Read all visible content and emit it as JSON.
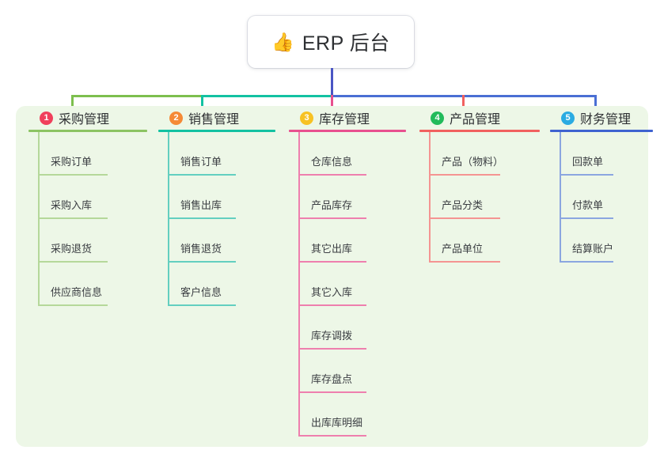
{
  "root": {
    "icon": "thumbs-up-icon",
    "icon_glyph": "👍",
    "title": "ERP 后台"
  },
  "colors": {
    "panel_background": "#edf7e7",
    "page_background": "#ffffff",
    "root_stem": "#4a56c4",
    "branch_green": "#7dbf4e",
    "branch_teal": "#13c2a2",
    "branch_pink": "#e8508f",
    "branch_red": "#f1615f",
    "branch_blue": "#4a6fd4",
    "badge_1": "#f0405c",
    "badge_2": "#f58a36",
    "badge_3": "#f7c223",
    "badge_4": "#22bb5b",
    "badge_5": "#2aabe2"
  },
  "columns": [
    {
      "index": "1",
      "title": "采购管理",
      "badge_color": "#f0405c",
      "line_color": "#8cc463",
      "leaf_line_color": "#b5d89a",
      "items": [
        "采购订单",
        "采购入库",
        "采购退货",
        "供应商信息"
      ]
    },
    {
      "index": "2",
      "title": "销售管理",
      "badge_color": "#f58a36",
      "line_color": "#13c2a2",
      "leaf_line_color": "#63cfc0",
      "items": [
        "销售订单",
        "销售出库",
        "销售退货",
        "客户信息"
      ]
    },
    {
      "index": "3",
      "title": "库存管理",
      "badge_color": "#f7c223",
      "line_color": "#e8508f",
      "leaf_line_color": "#ee7fae",
      "items": [
        "仓库信息",
        "产品库存",
        "其它出库",
        "其它入库",
        "库存调拨",
        "库存盘点",
        "出库库明细"
      ]
    },
    {
      "index": "4",
      "title": "产品管理",
      "badge_color": "#22bb5b",
      "line_color": "#f1615f",
      "leaf_line_color": "#f59492",
      "items": [
        "产品（物料）",
        "产品分类",
        "产品单位"
      ]
    },
    {
      "index": "5",
      "title": "财务管理",
      "badge_color": "#2aabe2",
      "line_color": "#3f63d0",
      "leaf_line_color": "#8ba6e0",
      "items": [
        "回款单",
        "付款单",
        "结算账户"
      ]
    }
  ]
}
